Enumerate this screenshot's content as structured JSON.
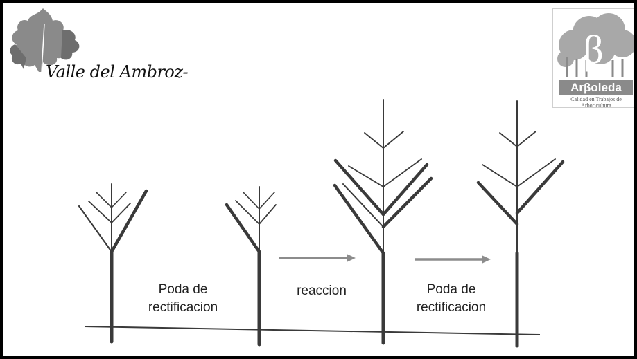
{
  "brand": {
    "name": "Valle del Ambroz-"
  },
  "logo": {
    "name": "Arβoleda",
    "tagline": "Calidad en Trabajos de Arboricultura"
  },
  "captions": [
    {
      "text": "Poda de rectificacion"
    },
    {
      "text": "reaccion"
    },
    {
      "text": "Poda de rectificacion"
    }
  ],
  "colors": {
    "stroke": "#3a3a3a",
    "arrow": "#8c8c8c",
    "leaf": "#7a7a7a"
  },
  "icons": [
    "oak-leaf-icon",
    "tree-logo-icon"
  ]
}
